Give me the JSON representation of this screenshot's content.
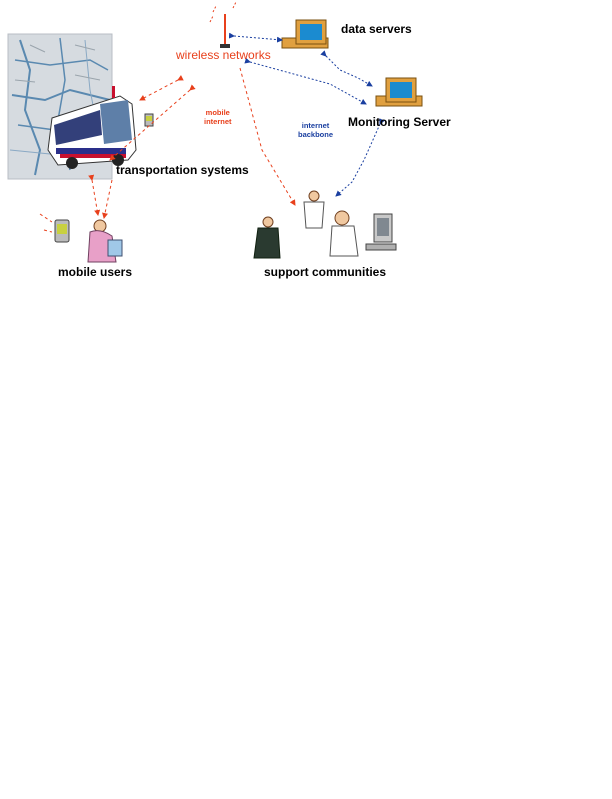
{
  "labels": {
    "wireless_networks": "wireless networks",
    "data_servers": "data servers",
    "monitoring_server": "Monitoring Server",
    "internet_backbone_1": "internet",
    "internet_backbone_2": "backbone",
    "mobile_internet_1": "mobile",
    "mobile_internet_2": "internet",
    "transportation_systems": "transportation systems",
    "mobile_users": "mobile users",
    "support_communities": "support communities"
  },
  "colors": {
    "wireless_link": "#e8401c",
    "internet_link": "#1a3fa0",
    "map_bg": "#d6dbe0",
    "map_route": "#5a89b0",
    "bus_body": "#ffffff",
    "bus_stripe": "#2a2f8a",
    "bus_red": "#c8102e",
    "monitor_case": "#e0a040",
    "monitor_screen": "#1b8bd0"
  },
  "icons": [
    "antenna-icon",
    "computer-icon",
    "bus-icon",
    "city-map-icon",
    "pda-icon",
    "person-icon"
  ]
}
